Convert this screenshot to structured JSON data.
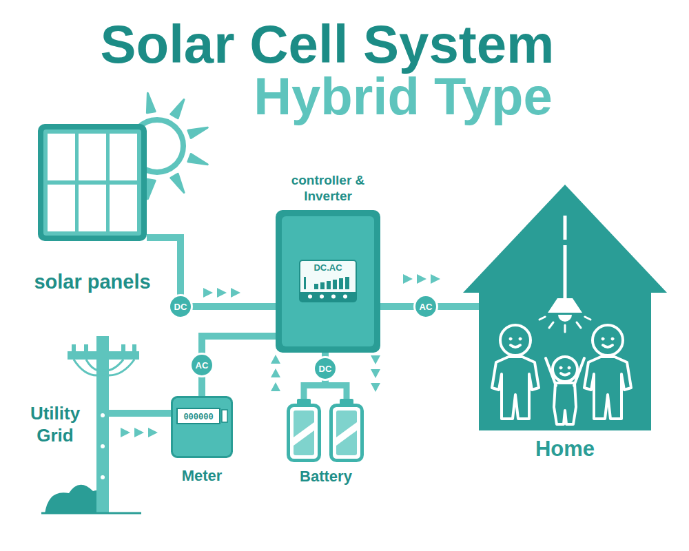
{
  "diagram": {
    "title": "Solar Cell System",
    "nodes": [
      {
        "text": [
          "solar panels"
        ]
      },
      {
        "text": [
          "controller & Inverter",
          "DC.AC"
        ]
      },
      {
        "text": [
          "Home"
        ]
      },
      {
        "text": [
          "Utility Grid"
        ]
      },
      {
        "text": [
          "000000",
          "Meter"
        ]
      },
      {
        "text": [
          "Battery"
        ]
      }
    ],
    "edges": [
      {
        "from": 0,
        "to": 1,
        "arrow": "to",
        "label": "DC"
      },
      {
        "from": 1,
        "to": 2,
        "arrow": "to",
        "label": "AC"
      },
      {
        "from": 3,
        "to": 4,
        "arrow": "to"
      },
      {
        "from": 4,
        "to": 1,
        "arrow": "none",
        "label": "AC"
      },
      {
        "from": 1,
        "to": 5,
        "arrow": "both",
        "label": "DC"
      }
    ],
    "labels": [
      "Hybrid Type"
    ]
  }
}
